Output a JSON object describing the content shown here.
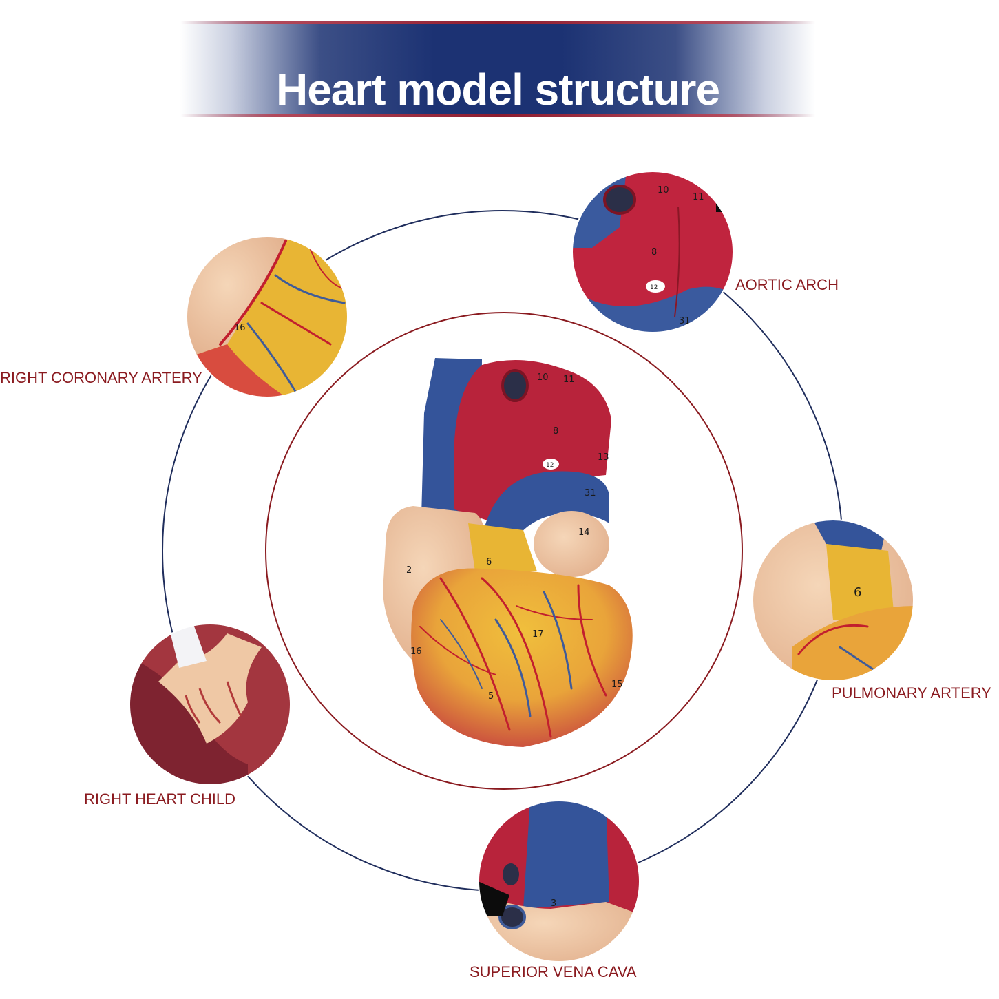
{
  "title": "Heart model structure",
  "labels": {
    "aortic_arch": "AORTIC ARCH",
    "right_coronary_artery": "RIGHT CORONARY ARTERY",
    "pulmonary_artery": "PULMONARY ARTERY",
    "right_heart_child": "RIGHT HEART CHILD",
    "superior_vena_cava": "SUPERIOR VENA CAVA"
  },
  "model_numbers": {
    "n10": "10",
    "n11": "11",
    "n8": "8",
    "n12": "12",
    "n31": "31",
    "n14": "14",
    "n2": "2",
    "n6": "6",
    "n17": "17",
    "n16": "16",
    "n5": "5",
    "n15": "15",
    "n3": "3",
    "n13": "13"
  },
  "colors": {
    "banner_blue": "#1c3273",
    "banner_red": "#8d1c2f",
    "label_red": "#8a1a1f",
    "outer_ring": "#1f2d5c",
    "inner_ring": "#8a1a1f",
    "aorta_red": "#b8233b",
    "vein_blue": "#34549a",
    "atrium_peach": "#f0c9a6",
    "ventricle_yellow": "#e8b534"
  }
}
